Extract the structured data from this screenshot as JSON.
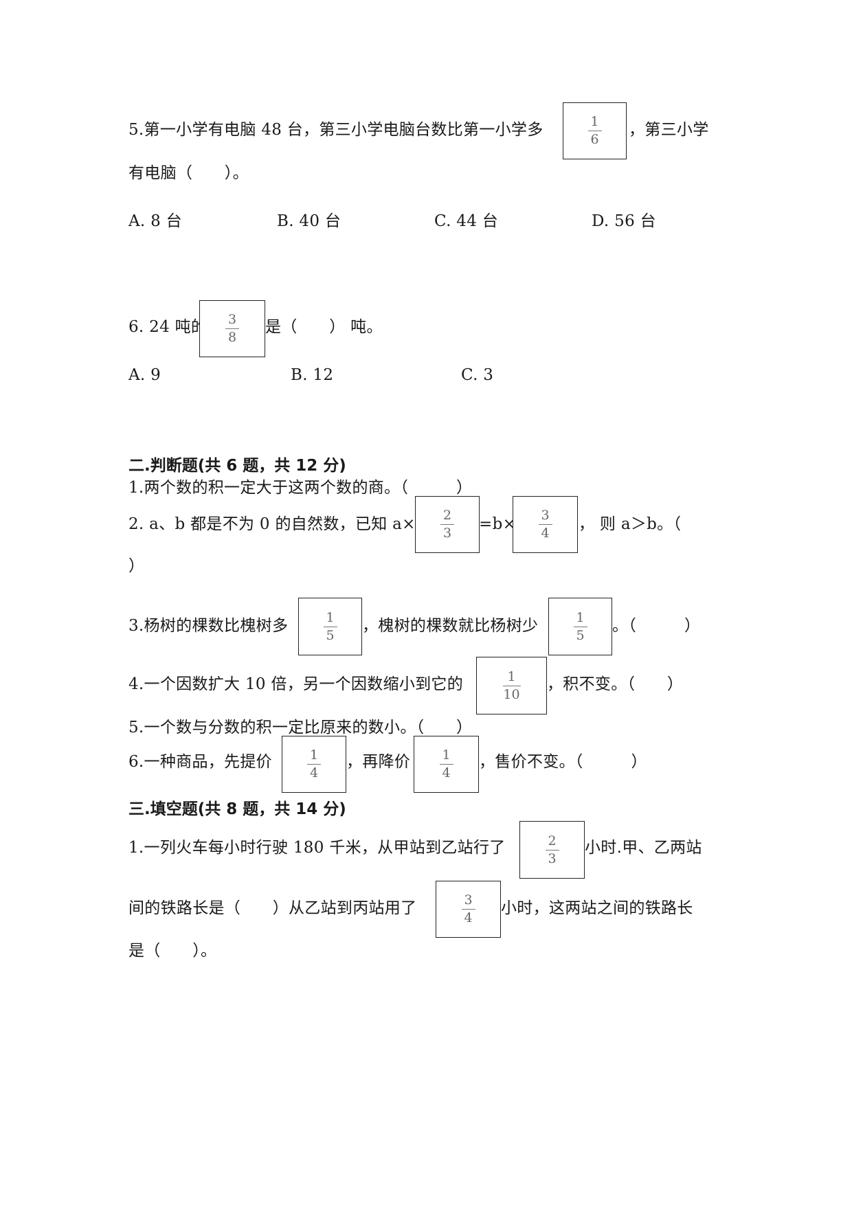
{
  "q5": {
    "line1_a": "5.第一小学有电脑 48 台，第三小学电脑台数比第一小学多",
    "frac": {
      "num": "1",
      "den": "6"
    },
    "line1_b": "，第三小学",
    "line2": "有电脑（　　）。",
    "options": [
      "A. 8 台",
      "B. 40 台",
      "C. 44 台",
      "D. 56 台"
    ]
  },
  "q6": {
    "pre": "6. 24 吨的",
    "frac": {
      "num": "3",
      "den": "8"
    },
    "post": "是（　　）  吨。",
    "options": [
      "A. 9",
      "B. 12",
      "C. 3"
    ]
  },
  "section2": {
    "heading": "二.判断题(共 6 题，共 12 分)",
    "j1": "1.两个数的积一定大于这两个数的商。（　　　）",
    "j2": {
      "pre": "2. a、b 都是不为 0 的自然数，已知 a×",
      "frac1": {
        "num": "2",
        "den": "3"
      },
      "mid": "=b×",
      "frac2": {
        "num": "3",
        "den": "4"
      },
      "post": "，  则 a＞b。（",
      "line2": "）"
    },
    "j3": {
      "pre": "3.杨树的棵数比槐树多",
      "frac1": {
        "num": "1",
        "den": "5"
      },
      "mid": "，槐树的棵数就比杨树少",
      "frac2": {
        "num": "1",
        "den": "5"
      },
      "post": "。（　　　）"
    },
    "j4": {
      "pre": "4.一个因数扩大 10 倍，另一个因数缩小到它的",
      "frac": {
        "num": "1",
        "den": "10"
      },
      "post": "，积不变。（　　）"
    },
    "j5": "5.一个数与分数的积一定比原来的数小。（　　）",
    "j6": {
      "pre": "6.一种商品，先提价",
      "frac1": {
        "num": "1",
        "den": "4"
      },
      "mid": "，再降价",
      "frac2": {
        "num": "1",
        "den": "4"
      },
      "post": "，售价不变。（　　　）"
    }
  },
  "section3": {
    "heading": "三.填空题(共 8 题，共 14 分)",
    "f1": {
      "l1_pre": "1.一列火车每小时行驶 180 千米，从甲站到乙站行了",
      "frac1": {
        "num": "2",
        "den": "3"
      },
      "l1_post": "小时.甲、乙两站",
      "l2_pre": "间的铁路长是（　　）从乙站到丙站用了",
      "frac2": {
        "num": "3",
        "den": "4"
      },
      "l2_post": "小时，这两站之间的铁路长",
      "l3": "是（　　）。"
    }
  }
}
